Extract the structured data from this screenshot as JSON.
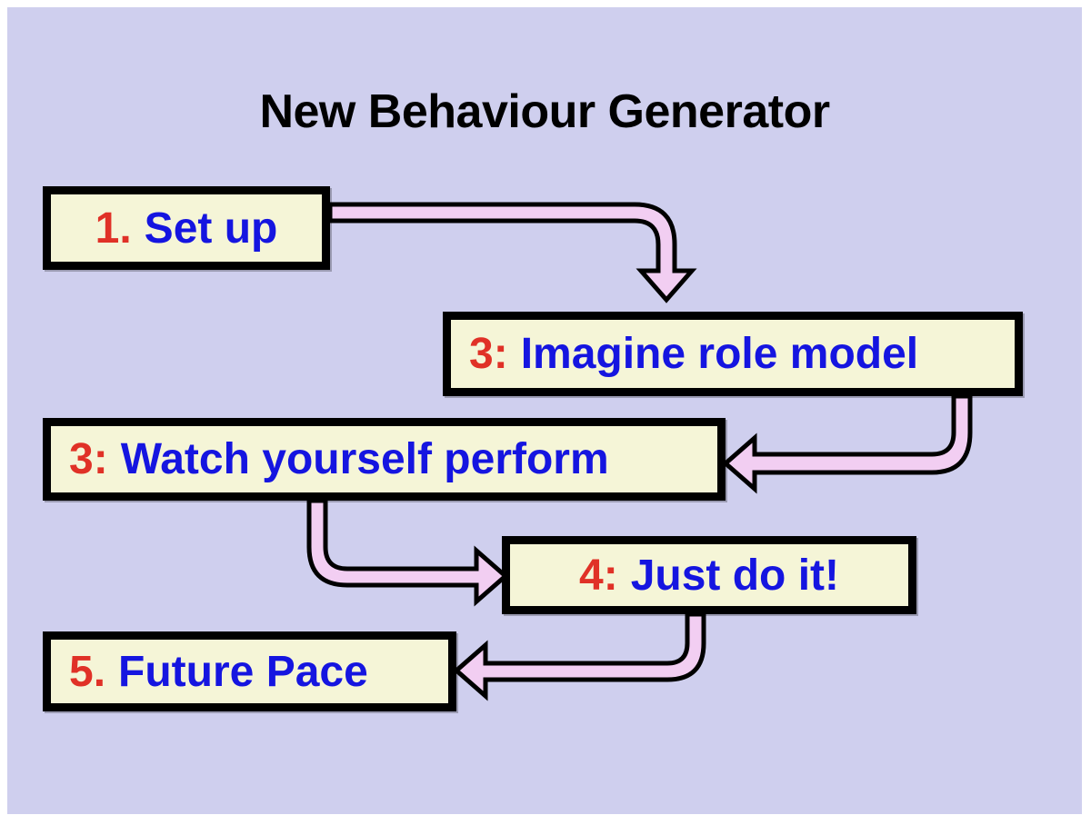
{
  "slide": {
    "title": "New Behaviour Generator",
    "background_color": "#cfcfee",
    "page_border_color": "#ffffff"
  },
  "theme": {
    "box_fill": "#f5f5d7",
    "box_border": "#000000",
    "number_color": "#e03127",
    "label_color": "#1515e0",
    "arrow_fill": "#f2cef2",
    "arrow_outline": "#000000",
    "title_color": "#000000"
  },
  "diagram": {
    "type": "flowchart",
    "steps": [
      {
        "id": "step-1",
        "number": "1.",
        "label": "Set up"
      },
      {
        "id": "step-2",
        "number": "3:",
        "label": "Imagine role model"
      },
      {
        "id": "step-3",
        "number": "3:",
        "label": "Watch yourself perform"
      },
      {
        "id": "step-4",
        "number": "4:",
        "label": "Just do it!"
      },
      {
        "id": "step-5",
        "number": "5.",
        "label": "Future Pace"
      }
    ],
    "connectors": [
      {
        "id": "connector-1",
        "from": "step-1",
        "to": "step-2",
        "direction": "right-then-down",
        "arrowhead": "down"
      },
      {
        "id": "connector-2",
        "from": "step-2",
        "to": "step-3",
        "direction": "down-then-left",
        "arrowhead": "left"
      },
      {
        "id": "connector-3",
        "from": "step-3",
        "to": "step-4",
        "direction": "down-then-right",
        "arrowhead": "right"
      },
      {
        "id": "connector-4",
        "from": "step-4",
        "to": "step-5",
        "direction": "down-then-left",
        "arrowhead": "left"
      }
    ]
  }
}
